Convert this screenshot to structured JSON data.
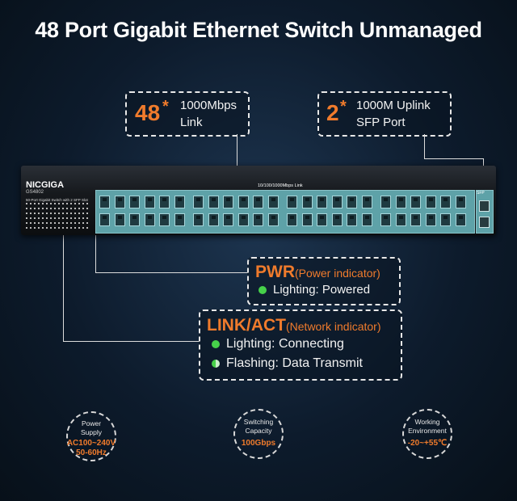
{
  "title": "48 Port Gigabit Ethernet Switch Unmanaged",
  "ports_box": {
    "number": "48",
    "star": "*",
    "line1": "1000Mbps",
    "line2": "Link"
  },
  "sfp_box": {
    "number": "2",
    "star": "*",
    "line1": "1000M Uplink",
    "line2": "SFP Port"
  },
  "device": {
    "brand": "NICGIGA",
    "model": "GS4802",
    "subtitle": "50-Port Gigabit Switch with 2 SFP Slot",
    "panel_label": "10/100/1000Mbps Link",
    "sfp_label": "SFP"
  },
  "pwr": {
    "head": "PWR",
    "sub": "(Power indicator)",
    "item": "Lighting: Powered"
  },
  "linkact": {
    "head": "LINK/ACT",
    "sub": "(Network indicator)",
    "item1": "Lighting: Connecting",
    "item2": "Flashing: Data Transmit"
  },
  "specs": [
    {
      "cap1": "Power",
      "cap2": "Supply",
      "val1": "AC100~240V",
      "val2": "50-60Hz"
    },
    {
      "cap1": "Switching",
      "cap2": "Capacity",
      "val1": "100Gbps",
      "val2": ""
    },
    {
      "cap1": "Working",
      "cap2": "Environment",
      "val1": "-20~+55℃",
      "val2": ""
    }
  ],
  "colors": {
    "accent": "#f07b2c",
    "led_green": "#46d14a",
    "port_panel": "#5ea2a8"
  }
}
